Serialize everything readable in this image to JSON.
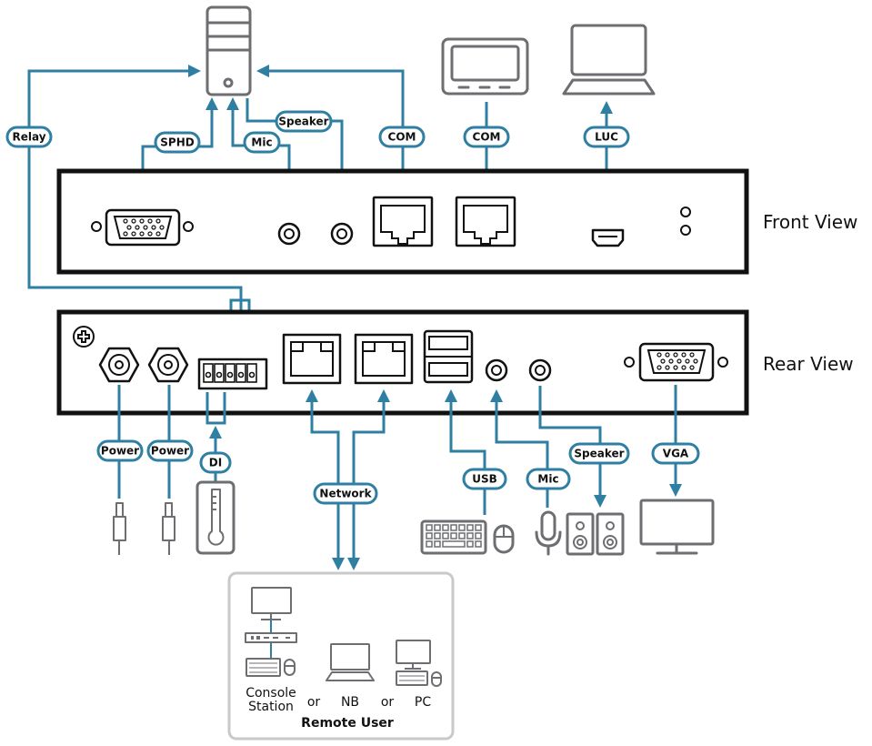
{
  "title": "Connection diagram",
  "colors": {
    "wire": "#2f7fa3",
    "device_outline": "#6d6e71",
    "panel_outline": "#111111",
    "remote_box_outline": "#c9c9c9"
  },
  "views": {
    "front": "Front View",
    "rear": "Rear View"
  },
  "top_connections": {
    "relay": "Relay",
    "sphd": "SPHD",
    "mic": "Mic",
    "speaker": "Speaker",
    "com_pc": "COM",
    "com_device": "COM",
    "luc": "LUC"
  },
  "bottom_connections": {
    "power_1": "Power",
    "power_2": "Power",
    "di": "DI",
    "network": "Network",
    "usb": "USB",
    "mic": "Mic",
    "speaker": "Speaker",
    "vga": "VGA"
  },
  "devices_top": [
    {
      "name": "pc-tower",
      "icon": "server-tower-icon"
    },
    {
      "name": "serial-terminal",
      "icon": "serial-device-icon"
    },
    {
      "name": "laptop",
      "icon": "laptop-icon"
    }
  ],
  "devices_bottom": [
    {
      "name": "power-adapter-1",
      "icon": "power-plug-icon"
    },
    {
      "name": "power-adapter-2",
      "icon": "power-plug-icon"
    },
    {
      "name": "temperature-sensor",
      "icon": "thermometer-icon"
    },
    {
      "name": "keyboard-mouse",
      "icon": "keyboard-mouse-icon"
    },
    {
      "name": "microphone",
      "icon": "microphone-icon"
    },
    {
      "name": "speakers",
      "icon": "speakers-icon"
    },
    {
      "name": "monitor",
      "icon": "monitor-icon"
    }
  ],
  "remote_user": {
    "options": [
      {
        "label_line1": "Console",
        "label_line2": "Station"
      },
      {
        "label_line1": "NB"
      },
      {
        "label_line1": "PC"
      }
    ],
    "separator": "or",
    "title": "Remote User"
  }
}
